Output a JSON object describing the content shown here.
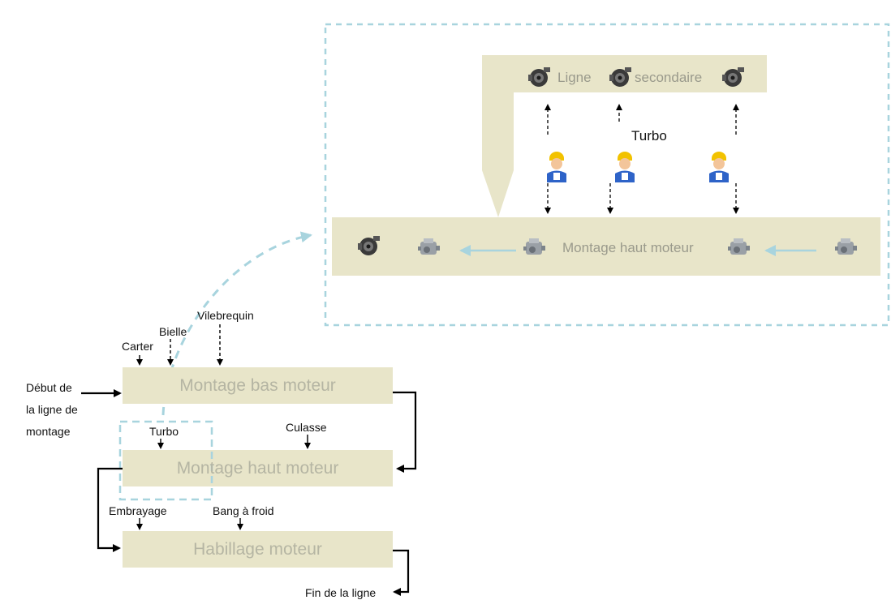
{
  "main_line": {
    "stage1": "Montage bas moteur",
    "stage2": "Montage haut moteur",
    "stage3": "Habillage moteur"
  },
  "inputs": {
    "carter": "Carter",
    "bielle": "Bielle",
    "vilebrequin": "Vilebrequin",
    "turbo": "Turbo",
    "culasse": "Culasse",
    "embrayage": "Embrayage",
    "bang": "Bang à froid"
  },
  "start_label": [
    "Début de",
    "la ligne de",
    "montage"
  ],
  "end_label": "Fin de la ligne",
  "detail": {
    "secondary_word1": "Ligne",
    "secondary_word2": "secondaire",
    "main_label": "Montage haut moteur",
    "turbo_label": "Turbo"
  },
  "colors": {
    "box_fill": "#e8e5c9",
    "dashed_blue": "#a8d4de",
    "arrow_blue": "#a8d4de"
  }
}
